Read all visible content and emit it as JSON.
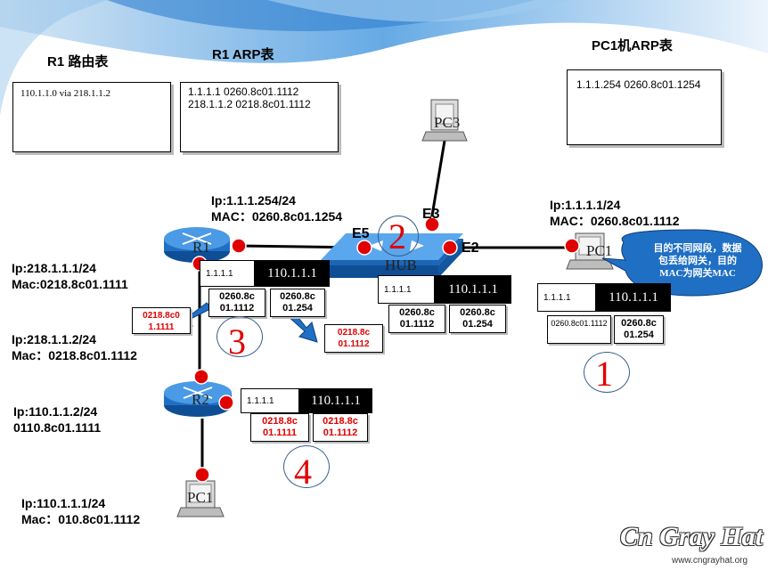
{
  "r1_route": {
    "title": "R1  路由表",
    "lines": [
      "110.1.1.0  via  218.1.1.2"
    ]
  },
  "r1_arp": {
    "title": "R1  ARP表",
    "lines": [
      "1.1.1.1 0260.8c01.1112",
      "218.1.1.2  0218.8c01.1112"
    ]
  },
  "pc1_arp": {
    "title": "PC1机ARP表",
    "lines": [
      "1.1.1.254 0260.8c01.1254"
    ]
  },
  "r1_e0": {
    "ip": "Ip:1.1.1.254/24",
    "mac": "MAC：0260.8c01.1254"
  },
  "pc1": {
    "ip": "Ip:1.1.1.1/24",
    "mac": "MAC：0260.8c01.1112",
    "label": "PC1"
  },
  "r1_s0": {
    "ip": "Ip:218.1.1.1/24",
    "mac": "Mac:0218.8c01.1111"
  },
  "r2_s0": {
    "ip": "Ip:218.1.1.2/24",
    "mac": "Mac：0218.8c01.1112"
  },
  "r2_e0": {
    "ip": "Ip:110.1.1.2/24",
    "mac": "0110.8c01.1111"
  },
  "pc_bottom": {
    "ip": "Ip:110.1.1.1/24",
    "mac": "Mac：010.8c01.1112",
    "label": "PC1"
  },
  "nodes": {
    "r1": "R1",
    "r2": "R2",
    "hub": "HUB",
    "pc3": "PC3"
  },
  "interfaces": {
    "e5": "E5",
    "e3": "E3",
    "e2": "E2"
  },
  "callout": "目的不同网段，数据包丢给网关，目的MAC为网关MAC",
  "packet": {
    "src_ip": "1.1.1.1",
    "dst_ip": "110.1.1.1"
  },
  "frame_pc1": {
    "src": "0260.8c01.1112",
    "dst": "0260.8c 01.254"
  },
  "frame_hub": {
    "src": "0260.8c 01.1112",
    "dst": "0260.8c 01.254"
  },
  "frame_r1": {
    "src": "0260.8c 01.1112",
    "dst": "0260.8c 01.254"
  },
  "frame_r1_new_src": "0218.8c0 1.1111",
  "frame_r1_new_dst": "0218.8c 01.1112",
  "frame_r2": {
    "src": "0218.8c 01.1111",
    "dst": "0218.8c 01.1112"
  },
  "steps": [
    "1",
    "2",
    "3",
    "4"
  ],
  "watermark": {
    "logo": "Cn Gray Hat",
    "url": "www.cngrayhat.org"
  },
  "colors": {
    "background_blue": "#3d8ad6",
    "red": "#e00000",
    "router_blue": "#1f6fc4",
    "link": "#000000"
  }
}
